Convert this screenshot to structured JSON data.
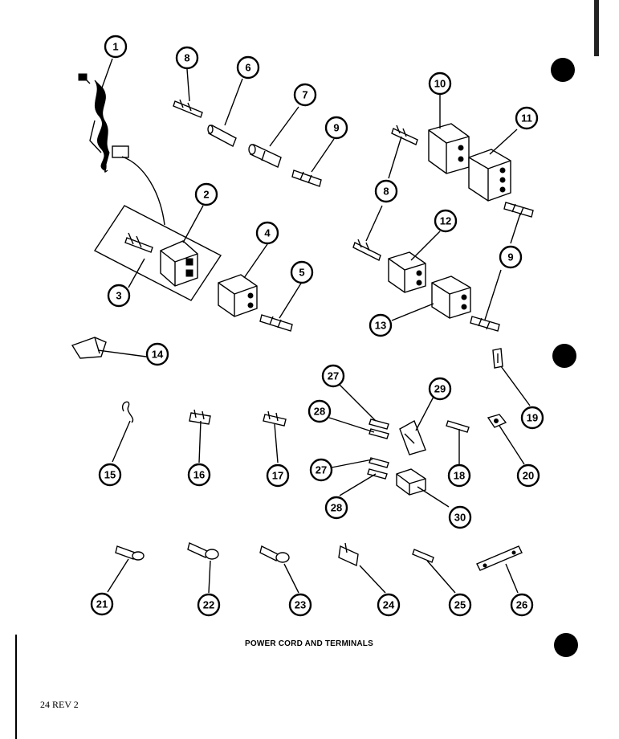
{
  "title": "POWER CORD AND TERMINALS",
  "page_number": "24 REV 2",
  "callouts": [
    "1",
    "2",
    "3",
    "4",
    "5",
    "6",
    "7",
    "8",
    "9",
    "10",
    "11",
    "12",
    "13",
    "14",
    "15",
    "16",
    "17",
    "18",
    "19",
    "20",
    "21",
    "22",
    "23",
    "24",
    "25",
    "26",
    "27",
    "28",
    "29",
    "30"
  ]
}
